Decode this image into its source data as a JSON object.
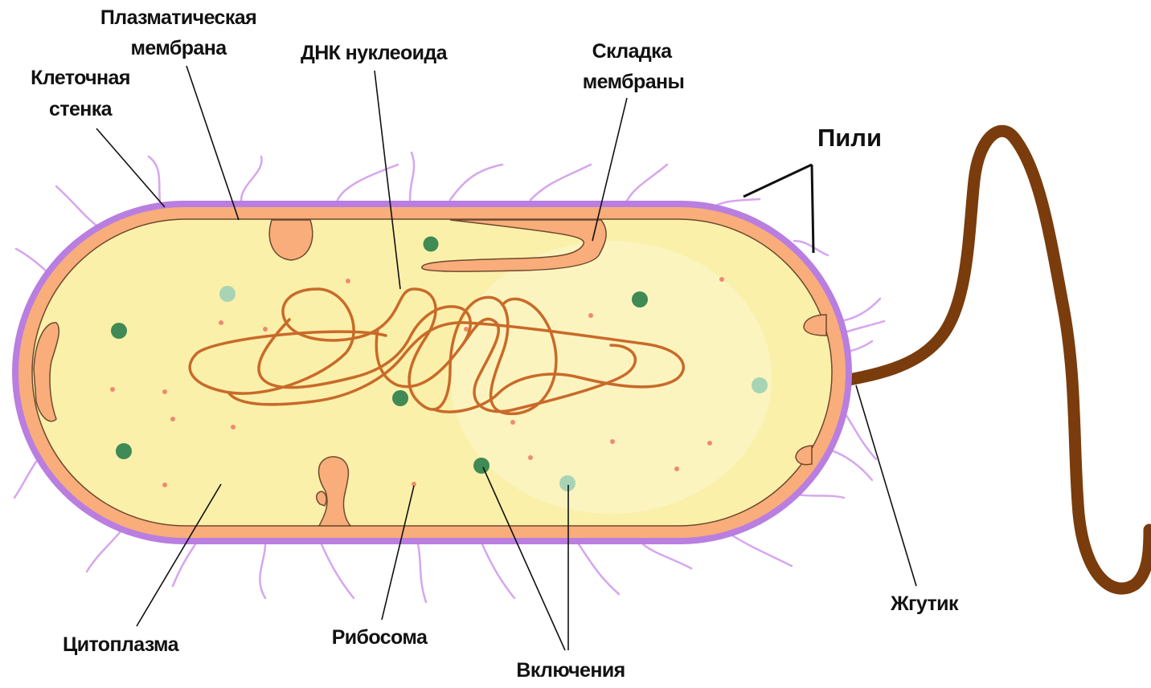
{
  "labels": {
    "plasma_membrane_line1": "Плазматическая",
    "plasma_membrane_line2": "мембрана",
    "cell_wall_line1": "Клеточная",
    "cell_wall_line2": "стенка",
    "nucleoid_dna": "ДНК нуклеоида",
    "membrane_fold_line1": "Складка",
    "membrane_fold_line2": "мембраны",
    "pili": "Пили",
    "cytoplasm": "Цитоплазма",
    "ribosome": "Рибосома",
    "inclusions": "Включения",
    "flagellum": "Жгутик"
  },
  "colors": {
    "cell_wall": "#b97ee0",
    "membrane": "#f8ad7b",
    "cytoplasm": "#faf0aa",
    "dna": "#c96a29",
    "flagellum": "#7a3c0c",
    "pili": "#d6a6ee",
    "inclusion_dark": "#3f8a55",
    "inclusion_light": "#a7d4b4",
    "ribosome": "#ee8a70",
    "leader": "#111111"
  }
}
